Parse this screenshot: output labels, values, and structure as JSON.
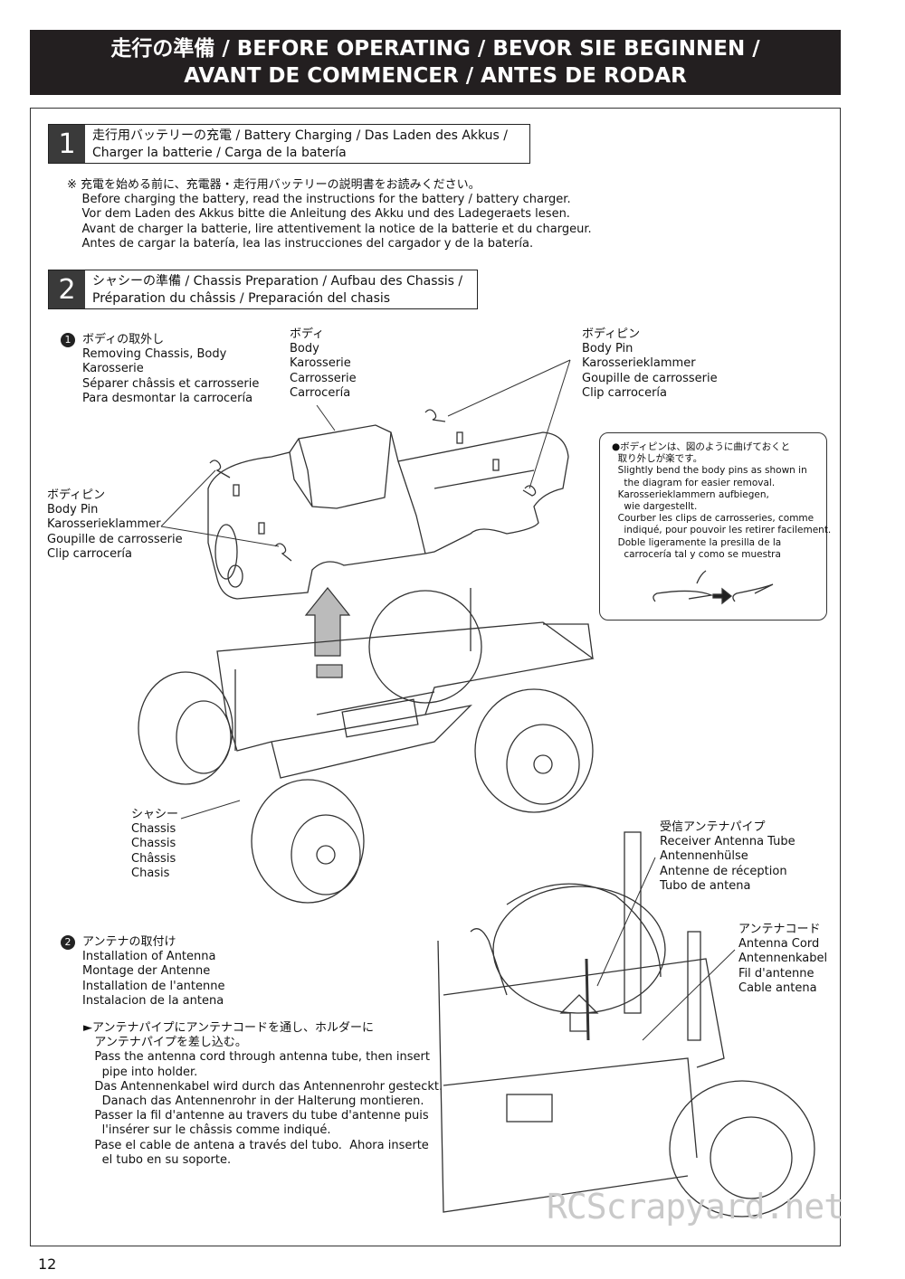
{
  "header": {
    "line1": "走行の準備 / BEFORE OPERATING / BEVOR SIE BEGINNEN /",
    "line2": "AVANT DE COMMENCER / ANTES DE RODAR"
  },
  "step1": {
    "number": "1",
    "title_line1": "走行用バッテリーの充電 / Battery Charging / Das Laden des Akkus /",
    "title_line2": "Charger la batterie / Carga de la batería",
    "note": "※ 充電を始める前に、充電器・走行用バッテリーの説明書をお読みください。\n    Before charging the battery, read the instructions for the battery / battery charger.\n    Vor dem Laden des Akkus bitte die Anleitung des Akku und des Ladegeraets lesen.\n    Avant de charger la batterie, lire attentivement la notice de la batterie et du chargeur.\n    Antes de cargar la batería, lea las instrucciones del cargador y de la batería."
  },
  "step2": {
    "number": "2",
    "title_line1": "シャシーの準備 / Chassis Preparation / Aufbau des Chassis /",
    "title_line2": "Préparation du châssis / Preparación del chasis"
  },
  "sub1": {
    "num": "1",
    "text": "ボディの取外し\nRemoving Chassis, Body\nKarosserie\nSéparer châssis et carrosserie\nPara desmontar la carrocería"
  },
  "labels": {
    "body": "ボディ\nBody\nKarosserie\nCarrosserie\nCarrocería",
    "body_pin_right": "ボディピン\nBody Pin\nKarosserieklammer\nGoupille de carrosserie\nClip carrocería",
    "body_pin_left": "ボディピン\nBody Pin\nKarosserieklammer\nGoupille de carrosserie\nClip carrocería",
    "chassis": "シャシー\nChassis\nChassis\nChâssis\nChasis",
    "antenna_tube": "受信アンテナパイプ\nReceiver Antenna Tube\nAntennenhülse\nAntenne de réception\nTubo de antena",
    "antenna_cord": "アンテナコード\nAntenna Cord\nAntennenkabel\nFil d'antenne\nCable antena"
  },
  "tip": {
    "text": "●ボディピンは、図のように曲げておくと\n  取り外しが楽です。\n  Slightly bend the body pins as shown in\n    the diagram for easier removal.\n  Karosserieklammern aufbiegen,\n    wie dargestellt.\n  Courber les clips de carrosseries, comme\n    indiqué, pour pouvoir les retirer facilement.\n  Doble ligeramente la presilla de la\n    carrocería tal y como se muestra"
  },
  "sub2": {
    "num": "2",
    "text": "アンテナの取付け\nInstallation of Antenna\nMontage der Antenne\nInstallation de l'antenne\nInstalacion de la antena",
    "instructions": "►アンテナパイプにアンテナコードを通し、ホルダーに\n   アンテナパイプを差し込む。\n   Pass the antenna cord through antenna tube, then insert\n     pipe into holder.\n   Das Antennenkabel wird durch das Antennenrohr gesteckt.\n     Danach das Antennenrohr in der Halterung montieren.\n   Passer la fil d'antenne au travers du tube d'antenne puis\n     l'insérer sur le châssis comme indiqué.\n   Pase el cable de antena a través del tubo.  Ahora inserte\n     el tubo en su soporte."
  },
  "page_number": "12",
  "watermark": "RCScrapyard.net"
}
